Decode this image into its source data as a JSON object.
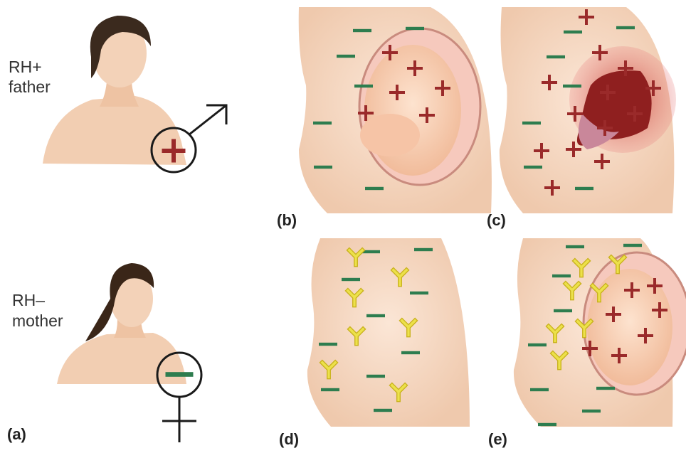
{
  "labels": {
    "father_line1": "RH+",
    "father_line2": "father",
    "mother_line1": "RH–",
    "mother_line2": "mother"
  },
  "panels": {
    "a": "(a)",
    "b": "(b)",
    "c": "(c)",
    "d": "(d)",
    "e": "(e)"
  },
  "symbols": {
    "father": "male-symbol-with-plus",
    "mother": "female-symbol-with-minus"
  },
  "colors": {
    "skin": "#f6d9c3",
    "skin_shadow": "#e9bfa3",
    "plus": "#9a2a2a",
    "minus": "#2e7d4f",
    "antibody": "#e6d23a",
    "placenta": "#8f1f1f",
    "background": "#ffffff"
  }
}
